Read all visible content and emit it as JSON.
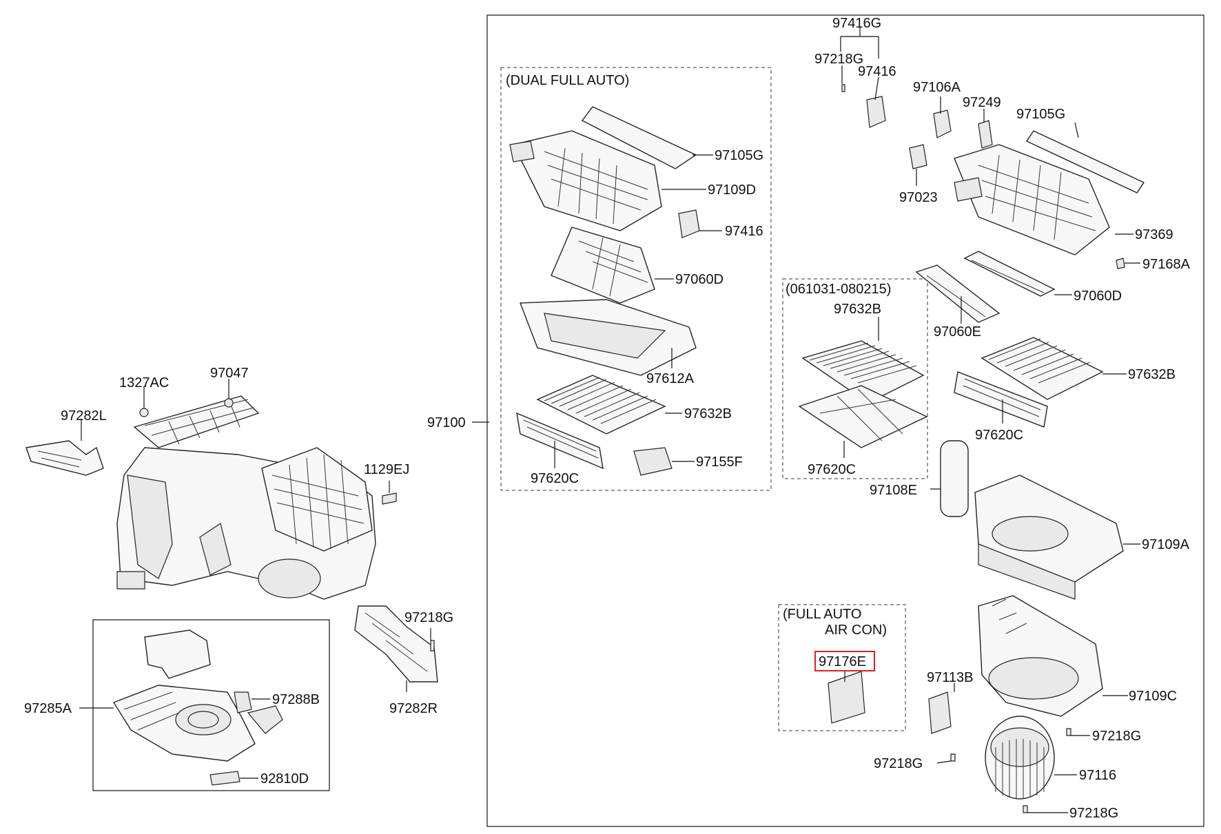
{
  "diagram": {
    "groups": {
      "dual_full_auto": "(DUAL FULL AUTO)",
      "date_range": "(061031-080215)",
      "full_auto_line1": "(FULL AUTO",
      "full_auto_line2": "AIR CON)"
    },
    "labels": {
      "p97416G": "97416G",
      "p97218G_top": "97218G",
      "p97416_top": "97416",
      "p97106A": "97106A",
      "p97249": "97249",
      "p97105G_right": "97105G",
      "p97023": "97023",
      "p97369": "97369",
      "p97168A": "97168A",
      "p97060D_right": "97060D",
      "p97060E": "97060E",
      "p97632B_right": "97632B",
      "p97620C_right": "97620C",
      "p97108E": "97108E",
      "p97109A": "97109A",
      "p97109C": "97109C",
      "p97113B": "97113B",
      "p97218G_r1": "97218G",
      "p97218G_r2": "97218G",
      "p97116": "97116",
      "p97218G_r3": "97218G",
      "p97176E": "97176E",
      "p97105G_dual": "97105G",
      "p97109D": "97109D",
      "p97416_dual": "97416",
      "p97060D_dual": "97060D",
      "p97612A": "97612A",
      "p97632B_dual": "97632B",
      "p97620C_dual": "97620C",
      "p97155F": "97155F",
      "p97632B_mid": "97632B",
      "p97620C_mid": "97620C",
      "p97100": "97100",
      "p1327AC": "1327AC",
      "p97047": "97047",
      "p97282L": "97282L",
      "p1129EJ": "1129EJ",
      "p97218G_left": "97218G",
      "p97282R": "97282R",
      "p97285A": "97285A",
      "p97288B": "97288B",
      "p92810D": "92810D"
    },
    "highlight_color": "#e02020"
  }
}
